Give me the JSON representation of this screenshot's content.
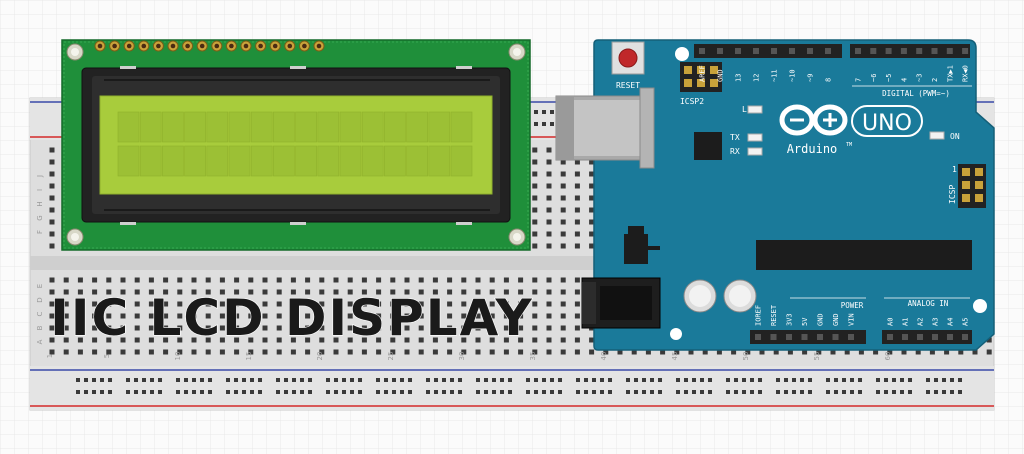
{
  "overlay_title": "IIC LCD DISPLAY",
  "colors": {
    "grid": "#e6e6e6",
    "breadboard": "#dcdcdc",
    "lcd_pcb": "#1f8f3a",
    "lcd_screen": "#a8cc3c",
    "arduino_pcb": "#1a7a9a",
    "rail_red": "#d42a2a",
    "rail_blue": "#3a4aa8",
    "led_white": "#f2f2f2",
    "reset_red": "#c0282a"
  },
  "breadboard": {
    "row_letters": [
      "J",
      "I",
      "H",
      "G",
      "F",
      "E",
      "D",
      "C",
      "B",
      "A"
    ],
    "column_numbers": [
      "1",
      "5",
      "10",
      "15",
      "20",
      "25",
      "30",
      "35",
      "40",
      "45",
      "50",
      "55",
      "60"
    ]
  },
  "lcd": {
    "pin_count": 16,
    "columns": 16,
    "rows": 2
  },
  "arduino": {
    "reset_label": "RESET",
    "icsp2_label": "ICSP2",
    "icsp_label": "ICSP",
    "l_label": "L",
    "tx_label": "TX",
    "rx_label": "RX",
    "on_label": "ON",
    "brand_label": "Arduino",
    "model_label": "UNO",
    "tm_label": "TM",
    "digital_label": "DIGITAL (PWM=~)",
    "power_label": "POWER",
    "analog_label": "ANALOG IN",
    "icsp_pin1": "1",
    "digital_pins_left": [
      "AREF",
      "GND",
      "13",
      "12",
      "~11",
      "~10",
      "~9",
      "8"
    ],
    "digital_pins_right": [
      "7",
      "~6",
      "~5",
      "4",
      "~3",
      "2",
      "TX▶1",
      "RX◀0"
    ],
    "power_pins": [
      "IOREF",
      "RESET",
      "3V3",
      "5V",
      "GND",
      "GND",
      "VIN"
    ],
    "analog_pins": [
      "A0",
      "A1",
      "A2",
      "A3",
      "A4",
      "A5"
    ]
  }
}
